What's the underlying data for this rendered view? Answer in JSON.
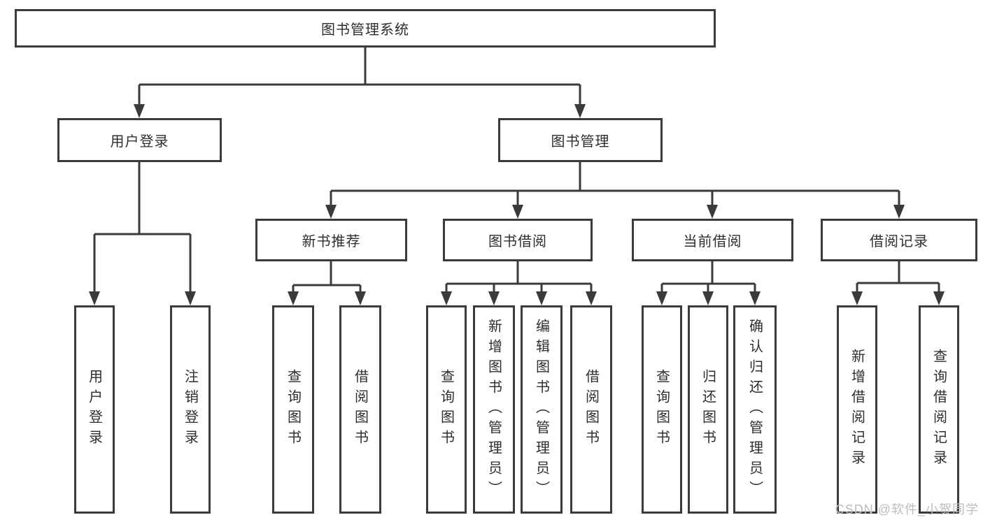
{
  "diagram": {
    "root": {
      "label": "图书管理系统"
    },
    "level2": [
      {
        "id": "user-login",
        "label": "用户登录"
      },
      {
        "id": "book-management",
        "label": "图书管理"
      }
    ],
    "level3": [
      {
        "id": "new-book-recommend",
        "label": "新书推荐"
      },
      {
        "id": "book-borrowing",
        "label": "图书借阅"
      },
      {
        "id": "current-borrowing",
        "label": "当前借阅"
      },
      {
        "id": "borrowing-records",
        "label": "借阅记录"
      }
    ],
    "leaves": [
      {
        "group": "user-login",
        "label": "用户登录"
      },
      {
        "group": "user-login",
        "label": "注销登录"
      },
      {
        "group": "new-book-recommend",
        "label": "查询图书"
      },
      {
        "group": "new-book-recommend",
        "label": "借阅图书"
      },
      {
        "group": "book-borrowing",
        "label": "查询图书"
      },
      {
        "group": "book-borrowing",
        "label": "新增图书（管理员）"
      },
      {
        "group": "book-borrowing",
        "label": "编辑图书（管理员）"
      },
      {
        "group": "book-borrowing",
        "label": "借阅图书"
      },
      {
        "group": "current-borrowing",
        "label": "查询图书"
      },
      {
        "group": "current-borrowing",
        "label": "归还图书"
      },
      {
        "group": "current-borrowing",
        "label": "确认归还（管理员）"
      },
      {
        "group": "borrowing-records",
        "label": "新增借阅记录"
      },
      {
        "group": "borrowing-records",
        "label": "查询借阅记录"
      }
    ]
  },
  "watermark": {
    "text": "CSDN @软件_小贺同学"
  },
  "colors": {
    "line": "#3a3a3a",
    "text": "#2e2e2e",
    "background": "#ffffff",
    "watermark": "#bdbdbd"
  }
}
